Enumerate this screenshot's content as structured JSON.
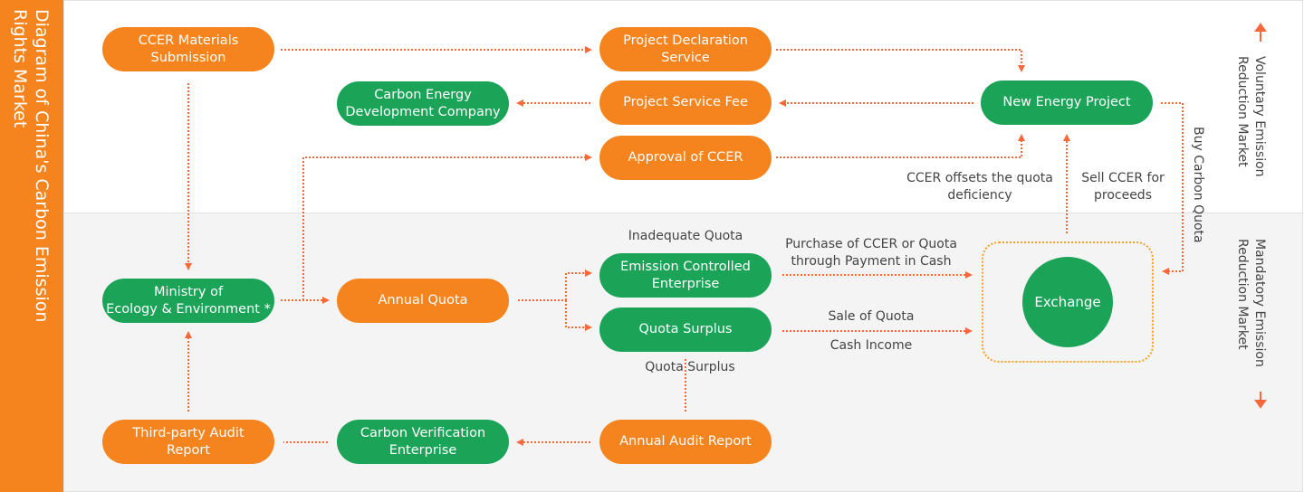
{
  "title": "Diagram of China's Carbon Emission Rights Market",
  "title_lines": [
    "Diagram of China's Carbon Emission",
    "Rights Market"
  ],
  "zones": {
    "voluntary": [
      "Voluntary Emission",
      "Reduction Market"
    ],
    "mandatory": [
      "Mandatory Emission",
      "Reduction Market"
    ]
  },
  "nodes": {
    "ccer_materials": [
      "CCER Materials",
      "Submission"
    ],
    "project_declaration": [
      "Project Declaration",
      "Service"
    ],
    "carbon_energy_dev": [
      "Carbon Energy",
      "Development Company"
    ],
    "project_service_fee": [
      "Project Service Fee"
    ],
    "new_energy_project": [
      "New Energy Project"
    ],
    "approval_ccer": [
      "Approval of CCER"
    ],
    "ministry": [
      "Ministry of",
      "Ecology & Environment *"
    ],
    "annual_quota": [
      "Annual Quota"
    ],
    "emission_controlled": [
      "Emission Controlled",
      "Enterprise"
    ],
    "quota_surplus": [
      "Quota Surplus"
    ],
    "exchange": "Exchange",
    "third_party_audit": [
      "Third-party Audit",
      "Report"
    ],
    "carbon_verification": [
      "Carbon Verification",
      "Enterprise"
    ],
    "annual_audit": [
      "Annual Audit Report"
    ]
  },
  "edge_labels": {
    "inadequate_quota": "Inadequate Quota",
    "purchase": [
      "Purchase of CCER or Quota",
      "through Payment in Cash"
    ],
    "sale_of_quota": "Sale of Quota",
    "cash_income": "Cash Income",
    "quota_surplus_below": "Quota Surplus",
    "ccer_offsets": [
      "CCER offsets the quota",
      "deficiency"
    ],
    "sell_ccer": [
      "Sell CCER for",
      "proceeds"
    ],
    "buy_carbon_quota": "Buy Carbon Quota"
  },
  "colors": {
    "orange": "#f6841e",
    "green": "#1ba358",
    "arrow": "#f9683a",
    "dotted_box": "#f7a020"
  }
}
